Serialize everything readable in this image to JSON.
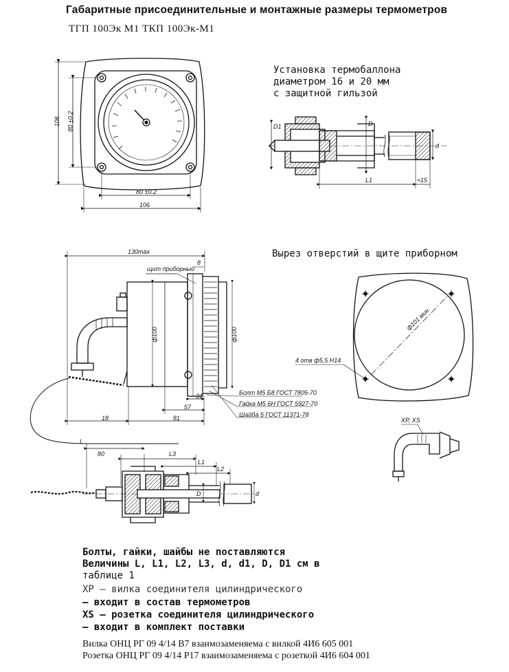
{
  "header": {
    "title": "Габаритные присоединительные и монтажные размеры термометров",
    "models": "ТГП 100Эк М1  ТКП 100Эк-М1"
  },
  "front_view": {
    "dim_height": "106",
    "dim_inner_h": "80 ±0.2",
    "dim_inner_w": "80 ±0.2",
    "dim_width": "106"
  },
  "installation": {
    "line1": "Установка термобаллона",
    "line2": "диаметром 16 и 20 мм",
    "line3": "с защитной гильзой",
    "label_D1": "D1",
    "label_D": "D",
    "label_d": "d",
    "label_L1": "L1",
    "label_15": "≈15"
  },
  "side_view": {
    "dim_overall": "130max",
    "label_panel": "щит приборный",
    "dim_8": "8",
    "dim_d100_a": "ф100",
    "dim_d100_b": "ф100",
    "dim_31": "31",
    "dim_57": "57",
    "dim_81": "81",
    "dim_18": "18",
    "bolt": "Болт М5 Б8 ГОСТ 7805-70",
    "nut": "Гайка М5 6Н ГОСТ 5927-70",
    "washer": "Шайба 5 ГОСТ 11371-78"
  },
  "cutout": {
    "title": "Вырез отверстий в щите приборном",
    "dia": "ф101 мин",
    "holes": "4 отв ф5,5 Н14"
  },
  "connector": {
    "label": "ХР, ХS"
  },
  "bulb_view": {
    "L": "L",
    "d80": "80",
    "L3": "L3",
    "L1": "L1",
    "L2": "L2",
    "D": "D",
    "d": "d"
  },
  "notes": {
    "line1": "Болты, гайки, шайбы не поставляются",
    "line2": "Величины  L,  L1,  L2,  L3,  d,  d1,  D,  D1  см  в",
    "line3": "таблице 1",
    "line4": "ХР — вилка  соединителя  цилиндрического",
    "line5": "— входит в состав термометров",
    "line6": "XS — розетка       соединителя        цилиндрического",
    "line7": "— входит в комплект поставки",
    "line8": "Вилка ОНЦ РГ 09 4/14 В7  взаимозаменяема  с  вилкой  4И6 605 001",
    "line9": "Розетка ОНЦ РГ 09 4/14 Р17  взаимозаменяема  с  розеткой  4И6 604 001"
  }
}
